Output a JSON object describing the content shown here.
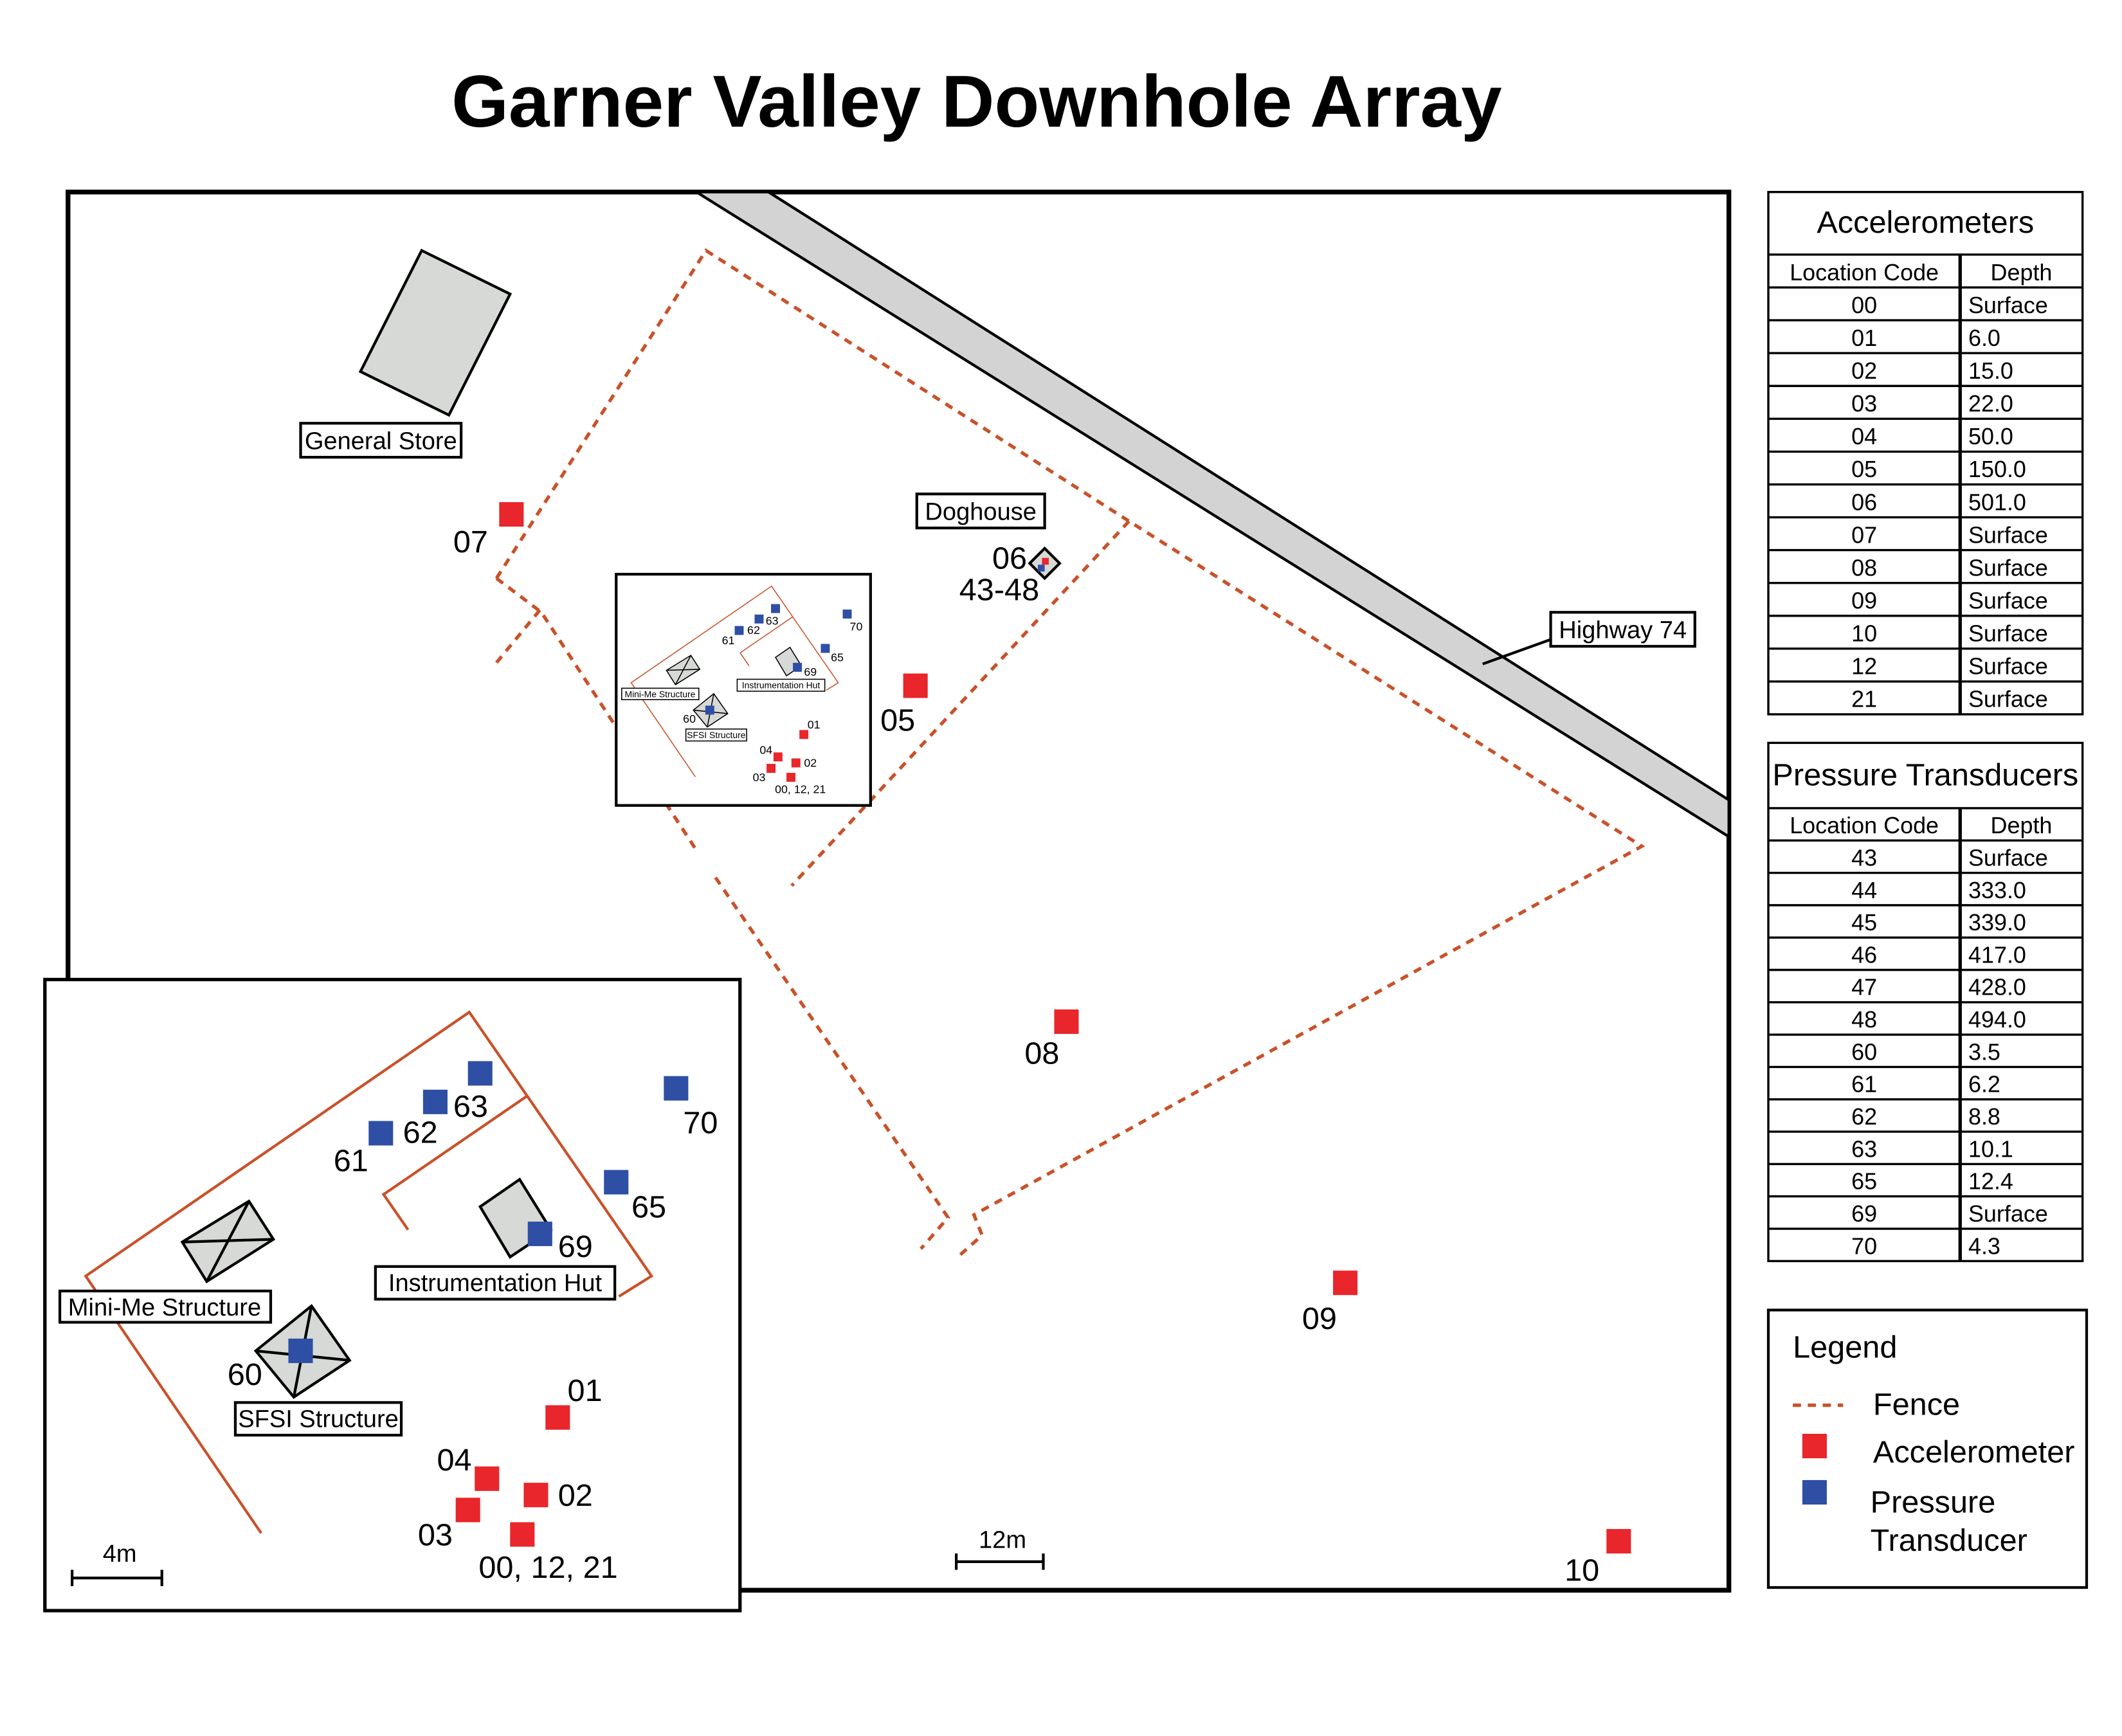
{
  "title": "Garner Valley Downhole Array",
  "colors": {
    "fence": "#c8522a",
    "accelerometer": "#e8262b",
    "pressure": "#2e4fa3",
    "highway": "#d3d3d3",
    "building": "#d6d9d6"
  },
  "map": {
    "highway_label": "Highway 74",
    "general_store_label": "General Store",
    "doghouse_label": "Doghouse",
    "doghouse_codes": [
      "06",
      "43-48"
    ],
    "stations": {
      "s07": "07",
      "s05": "05",
      "s08": "08",
      "s09": "09",
      "s10": "10"
    },
    "scale_label": "12m"
  },
  "inset": {
    "mini_me_label": "Mini-Me Structure",
    "sfsi_label": "SFSI Structure",
    "hut_label": "Instrumentation Hut",
    "pressure": {
      "p60": "60",
      "p61": "61",
      "p62": "62",
      "p63": "63",
      "p65": "65",
      "p69": "69",
      "p70": "70"
    },
    "accel": {
      "a01": "01",
      "a02": "02",
      "a03": "03",
      "a04": "04",
      "a00": "00, 12, 21"
    },
    "scale_label": "4m"
  },
  "accelerometers": {
    "title": "Accelerometers",
    "headers": [
      "Location Code",
      "Depth"
    ],
    "rows": [
      [
        "00",
        "Surface"
      ],
      [
        "01",
        "6.0"
      ],
      [
        "02",
        "15.0"
      ],
      [
        "03",
        "22.0"
      ],
      [
        "04",
        "50.0"
      ],
      [
        "05",
        "150.0"
      ],
      [
        "06",
        "501.0"
      ],
      [
        "07",
        "Surface"
      ],
      [
        "08",
        "Surface"
      ],
      [
        "09",
        "Surface"
      ],
      [
        "10",
        "Surface"
      ],
      [
        "12",
        "Surface"
      ],
      [
        "21",
        "Surface"
      ]
    ]
  },
  "pressure_transducers": {
    "title": "Pressure Transducers",
    "headers": [
      "Location Code",
      "Depth"
    ],
    "rows": [
      [
        "43",
        "Surface"
      ],
      [
        "44",
        "333.0"
      ],
      [
        "45",
        "339.0"
      ],
      [
        "46",
        "417.0"
      ],
      [
        "47",
        "428.0"
      ],
      [
        "48",
        "494.0"
      ],
      [
        "60",
        "3.5"
      ],
      [
        "61",
        "6.2"
      ],
      [
        "62",
        "8.8"
      ],
      [
        "63",
        "10.1"
      ],
      [
        "65",
        "12.4"
      ],
      [
        "69",
        "Surface"
      ],
      [
        "70",
        "4.3"
      ]
    ]
  },
  "legend": {
    "title": "Legend",
    "fence": "Fence",
    "accelerometer": "Accelerometer",
    "pressure_line1": "Pressure",
    "pressure_line2": "Transducer"
  }
}
